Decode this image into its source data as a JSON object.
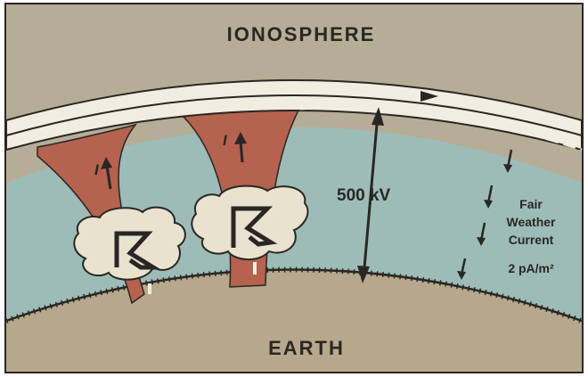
{
  "labels": {
    "ionosphere": "IONOSPHERE",
    "earth": "EARTH",
    "voltage": "500 kV",
    "fair_weather_line1": "Fair",
    "fair_weather_line2": "Weather",
    "fair_weather_line3": "Current",
    "current_density": "2 pA/m²",
    "current_symbol_left": "I",
    "current_symbol_right": "I"
  },
  "colors": {
    "ionosphere_band": "#b5ad96",
    "atmosphere": "#9dbcb8",
    "current_column": "#b5624f",
    "cloud": "#e8e2cf",
    "earth": "#b6a88c",
    "shell": "#f2ede0",
    "ink": "#2a2623"
  },
  "icons": {
    "storm_cloud": "thunderstorm-cloud-icon",
    "lightning": "lightning-bolt-icon"
  }
}
